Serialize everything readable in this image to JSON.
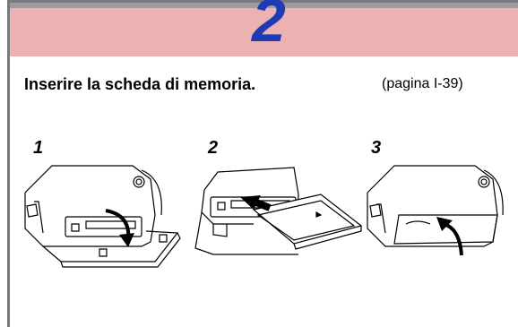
{
  "header": {
    "step_number": "2",
    "band_color": "#ebb1b3",
    "number_color": "#1f3bb3"
  },
  "instruction": {
    "text": "Inserire la scheda di memoria.",
    "page_reference": "(pagina I-39)"
  },
  "sub_steps": [
    {
      "number": "1",
      "illustration": "open-card-slot-cover"
    },
    {
      "number": "2",
      "illustration": "insert-memory-card"
    },
    {
      "number": "3",
      "illustration": "close-card-slot-cover"
    }
  ]
}
